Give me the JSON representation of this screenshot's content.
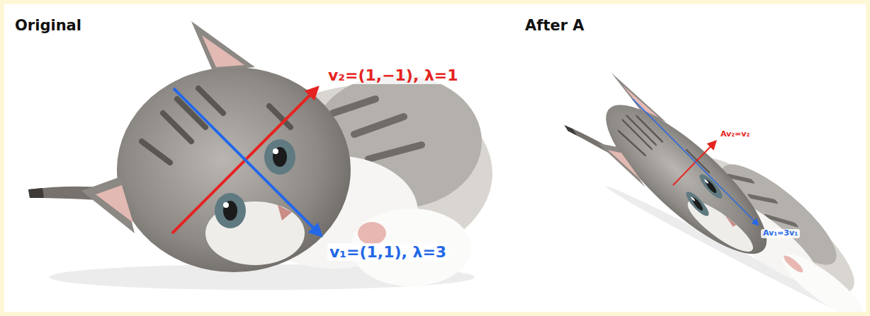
{
  "diagram": {
    "labels": [
      "Original",
      "After A",
      "v₂=(1,−1), λ=1",
      "v₁=(1,1), λ=3",
      "Av₂=v₂",
      "Av₁=3v₁"
    ]
  }
}
